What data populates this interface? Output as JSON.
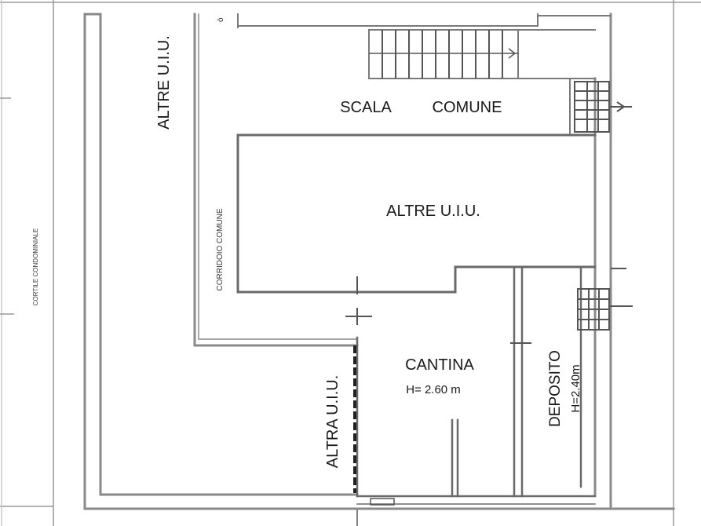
{
  "plan": {
    "labels": {
      "cortile_condominiale": "CORTILE CONDOMINIALE",
      "altre_uiu_left": "ALTRE U.I.U.",
      "corridoio_comune": "CORRIDOIO COMUNE",
      "scala": "SCALA",
      "comune": "COMUNE",
      "altre_uiu_center": "ALTRE U.I.U.",
      "cantina": "CANTINA",
      "cantina_height": "H= 2.60 m",
      "deposito": "DEPOSITO",
      "deposito_height": "H=2.40m",
      "altra_uiu": "ALTRA U.I.U."
    },
    "colors": {
      "background": "#ffffff",
      "ink": "#1a1a1a",
      "wall_gray": "#8a8a8a"
    }
  }
}
